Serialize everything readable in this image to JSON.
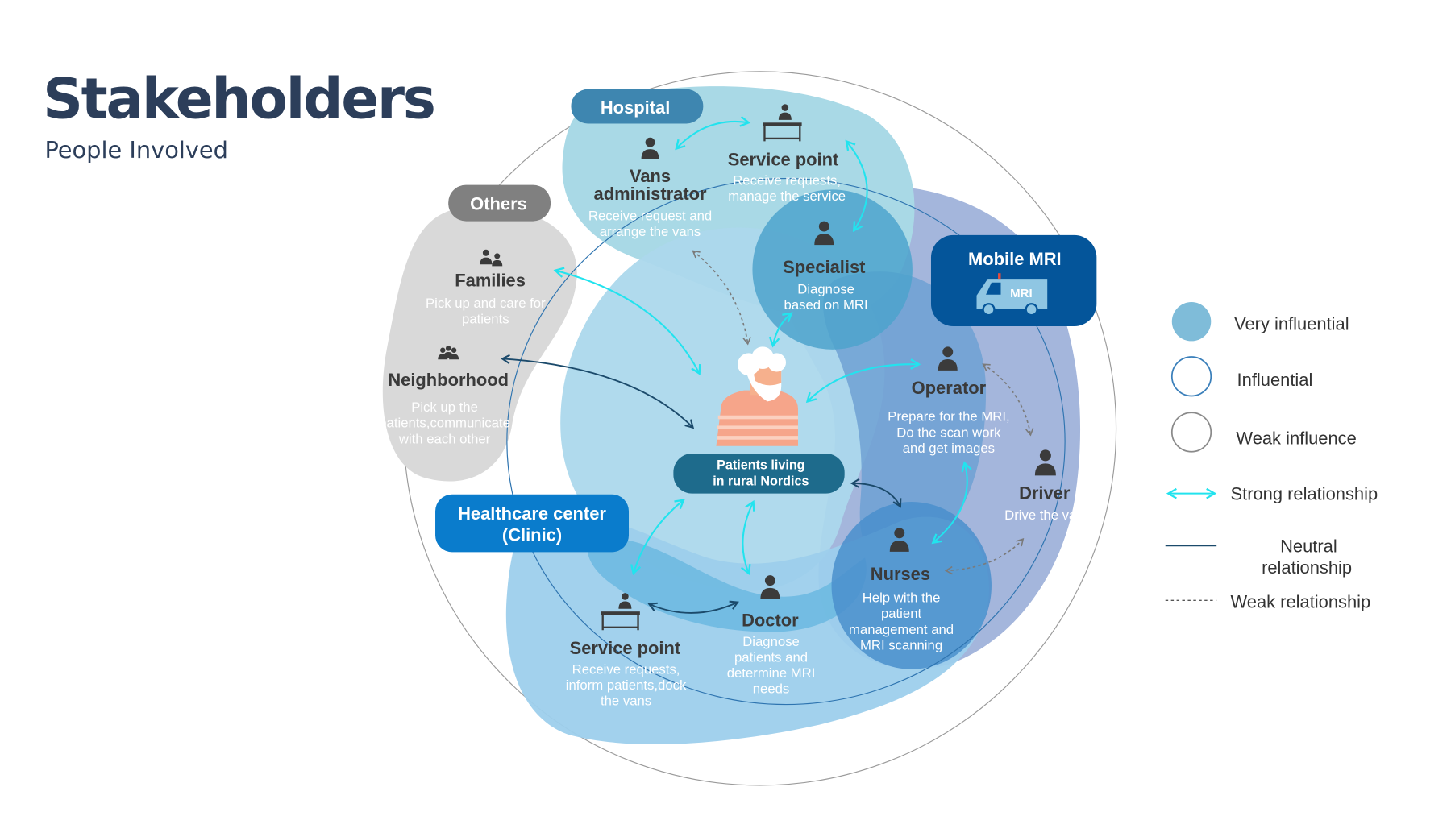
{
  "header": {
    "title": "Stakeholders",
    "subtitle": "People Involved"
  },
  "groups": {
    "hospital": "Hospital",
    "others": "Others",
    "mobile_mri": "Mobile MRI",
    "mobile_mri_van_label": "MRI",
    "healthcare_center_line1": "Healthcare center",
    "healthcare_center_line2": "(Clinic)",
    "patients_line1": "Patients living",
    "patients_line2": "in rural Nordics"
  },
  "stakeholders": {
    "vans_admin": {
      "name1": "Vans",
      "name2": "administrator",
      "desc": [
        "Receive request and",
        "arrange the vans"
      ]
    },
    "hospital_service_point": {
      "name": "Service point",
      "desc": [
        "Receive requests,",
        "manage the service"
      ]
    },
    "specialist": {
      "name": "Specialist",
      "desc": [
        "Diagnose",
        "based on MRI"
      ]
    },
    "families": {
      "name": "Families",
      "desc": [
        "Pick up and care for",
        "patients"
      ]
    },
    "neighborhood": {
      "name": "Neighborhood",
      "desc": [
        "Pick up the",
        "patients,communicate",
        "with each other"
      ]
    },
    "operator": {
      "name": "Operator",
      "desc": [
        "Prepare for the MRI,",
        "Do the scan work",
        "and get images"
      ]
    },
    "driver": {
      "name": "Driver",
      "desc": [
        "Drive the vans"
      ]
    },
    "nurses": {
      "name": "Nurses",
      "desc": [
        "Help with the",
        "patient",
        "management and",
        "MRI scanning"
      ]
    },
    "doctor": {
      "name": "Doctor",
      "desc": [
        "Diagnose",
        "patients and",
        "determine MRI",
        "needs"
      ]
    },
    "clinic_service_point": {
      "name": "Service point",
      "desc": [
        "Receive requests,",
        "inform patients,dock",
        "the vans"
      ]
    }
  },
  "legend": {
    "very_influential": "Very influential",
    "influential": "Influential",
    "weak_influence": "Weak influence",
    "strong_relationship": "Strong relationship",
    "neutral_relationship_1": "Neutral",
    "neutral_relationship_2": "relationship",
    "weak_relationship": "Weak relationship"
  },
  "colors": {
    "title": "#2c3e5a",
    "strong": "#22e3ee",
    "neutral": "#1b4a6b",
    "weak": "#7a7a7a",
    "hospital": "#3e86b0",
    "others": "#808080",
    "mobile_mri": "#04559a",
    "clinic": "#0a7ccc",
    "patients": "#1e6b8c"
  }
}
